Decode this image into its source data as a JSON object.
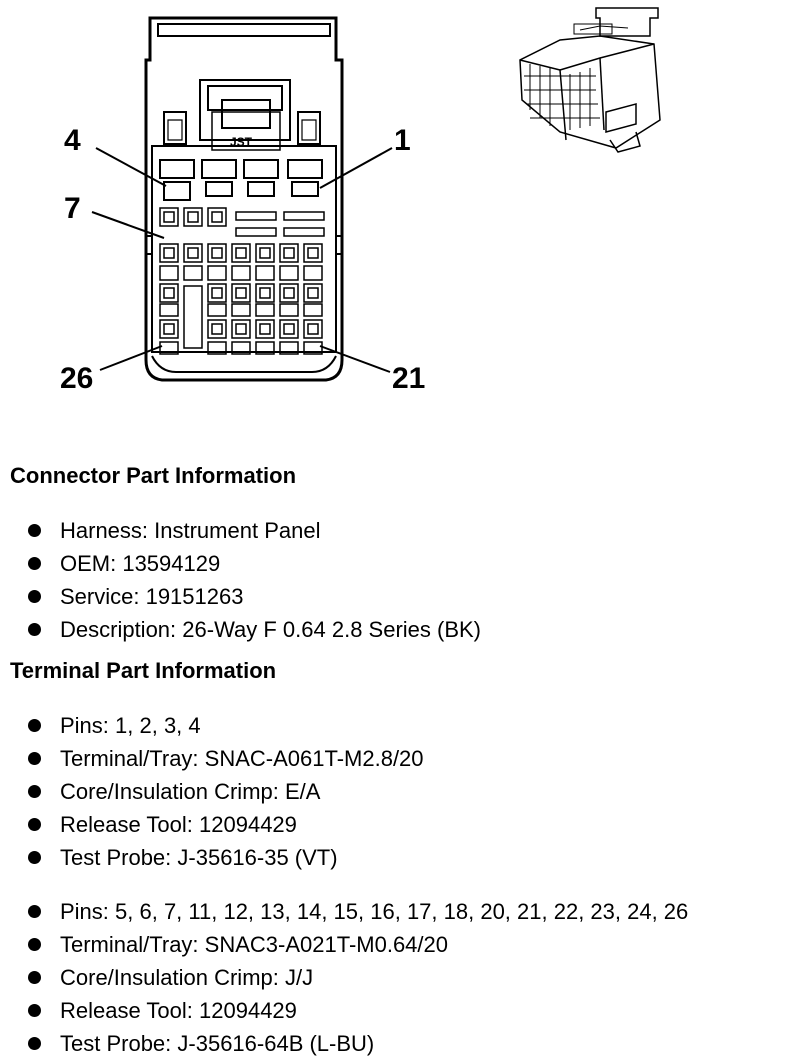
{
  "diagram": {
    "callouts": {
      "pin_4": "4",
      "pin_1": "1",
      "pin_7": "7",
      "pin_26": "26",
      "pin_21": "21"
    },
    "latch_text": "JST"
  },
  "connector": {
    "title": "Connector Part Information",
    "items": [
      "Harness: Instrument Panel",
      "OEM: 13594129",
      "Service: 19151263",
      "Description: 26-Way F 0.64 2.8 Series (BK)"
    ]
  },
  "terminal": {
    "title": "Terminal Part Information",
    "group1": [
      "Pins: 1, 2, 3, 4",
      "Terminal/Tray: SNAC-A061T-M2.8/20",
      "Core/Insulation Crimp: E/A",
      "Release Tool: 12094429",
      "Test Probe: J-35616-35 (VT)"
    ],
    "group2": [
      "Pins: 5, 6, 7, 11, 12, 13, 14, 15, 16, 17, 18, 20, 21, 22, 23, 24, 26",
      "Terminal/Tray: SNAC3-A021T-M0.64/20",
      "Core/Insulation Crimp: J/J",
      "Release Tool: 12094429",
      "Test Probe: J-35616-64B (L-BU)"
    ]
  }
}
